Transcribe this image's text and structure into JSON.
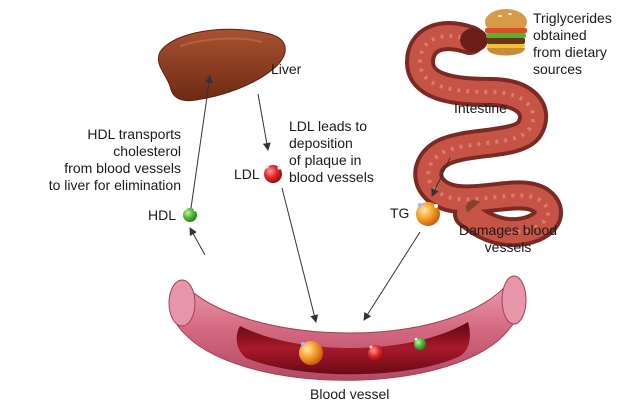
{
  "labels": {
    "liver": "Liver",
    "intestine": "Intestine",
    "triglycerides": [
      "Triglycerides",
      "obtained",
      "from dietary",
      "sources"
    ],
    "hdl_transport": [
      "HDL transports",
      "cholesterol",
      "from blood vessels",
      "to liver for elimination"
    ],
    "hdl": "HDL",
    "ldl": "LDL",
    "ldl_effect": [
      "LDL leads to",
      "deposition",
      "of plaque in",
      "blood vessels"
    ],
    "tg": "TG",
    "tg_effect": [
      "Damages blood",
      "vessels"
    ],
    "blood_vessel": "Blood vessel"
  },
  "colors": {
    "liver": "#8a3e22",
    "intestine": "#b8483e",
    "vessel_wall": "#d9788c",
    "vessel_lumen": "#8e1020",
    "hdl": "#4caf3a",
    "ldl": "#d42a2a",
    "tg": "#f08a1c"
  },
  "icons": [
    "liver-icon",
    "intestine-icon",
    "burger-icon",
    "blood-vessel-icon",
    "hdl-particle-icon",
    "ldl-particle-icon",
    "tg-particle-icon"
  ]
}
